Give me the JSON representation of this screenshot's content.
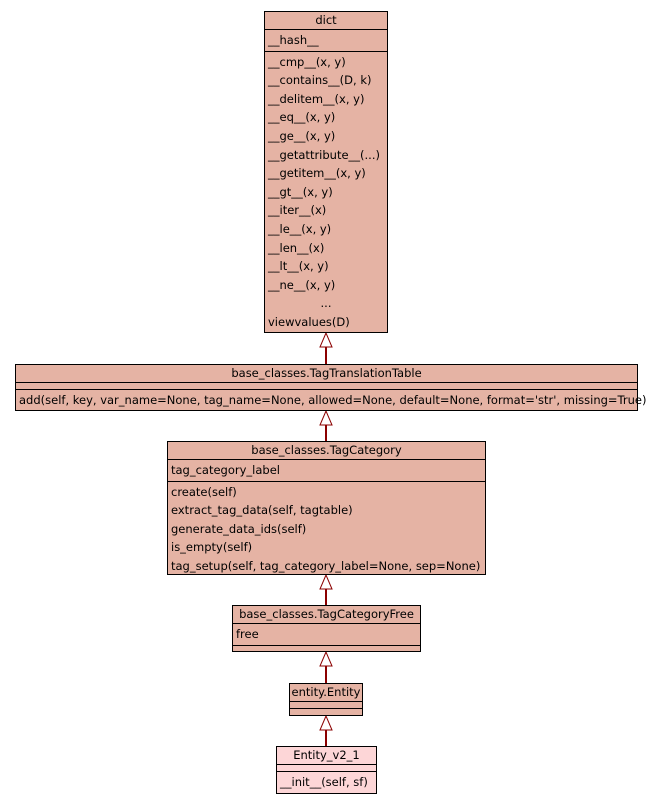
{
  "classes": {
    "dict": {
      "name": "dict",
      "attributes": [
        "__hash__"
      ],
      "methods": [
        "__cmp__(x, y)",
        "__contains__(D, k)",
        "__delitem__(x, y)",
        "__eq__(x, y)",
        "__ge__(x, y)",
        "__getattribute__(...)",
        "__getitem__(x, y)",
        "__gt__(x, y)",
        "__iter__(x)",
        "__le__(x, y)",
        "__len__(x)",
        "__lt__(x, y)",
        "__ne__(x, y)",
        "...",
        "viewvalues(D)"
      ]
    },
    "tag_translation_table": {
      "name": "base_classes.TagTranslationTable",
      "methods": [
        "add(self, key, var_name=None, tag_name=None, allowed=None, default=None, format='str', missing=True)"
      ]
    },
    "tag_category": {
      "name": "base_classes.TagCategory",
      "attributes": [
        "tag_category_label"
      ],
      "methods": [
        "create(self)",
        "extract_tag_data(self, tagtable)",
        "generate_data_ids(self)",
        "is_empty(self)",
        "tag_setup(self, tag_category_label=None, sep=None)"
      ]
    },
    "tag_category_free": {
      "name": "base_classes.TagCategoryFree",
      "attributes": [
        "free"
      ]
    },
    "entity": {
      "name": "entity.Entity"
    },
    "entity_v2_1": {
      "name": "Entity_v2_1",
      "methods": [
        "__init__(self, sf)"
      ]
    }
  },
  "colors": {
    "class_fill": "#e5b3a4",
    "leaf_fill": "#fdd6d7",
    "edge": "#8b0000"
  }
}
